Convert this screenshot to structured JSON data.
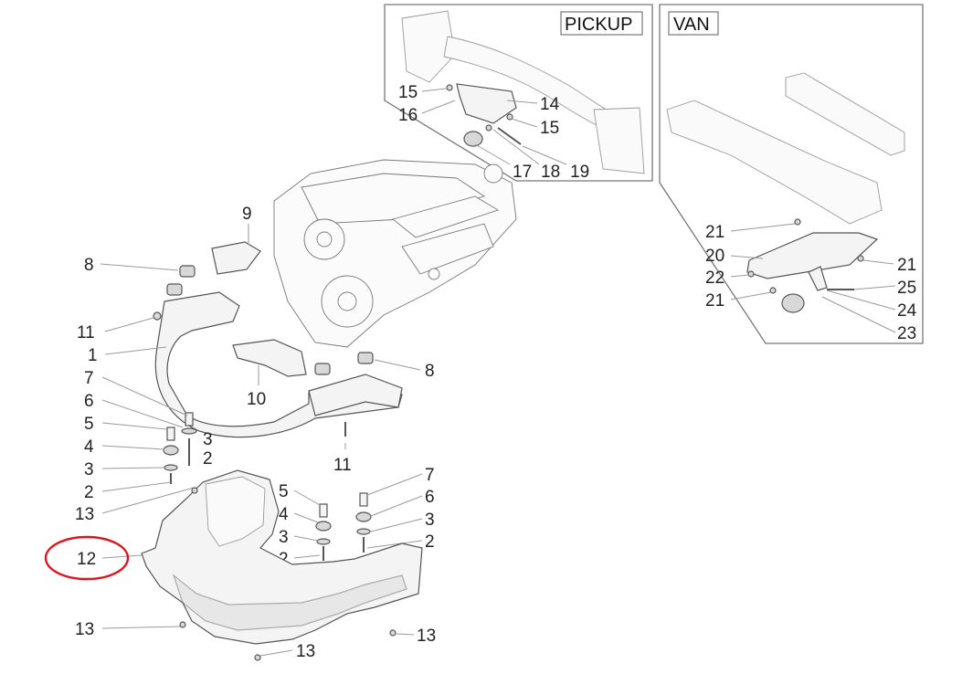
{
  "insets": {
    "pickup": {
      "title": "PICKUP"
    },
    "van": {
      "title": "VAN"
    }
  },
  "callouts": {
    "c1": "1",
    "c2a": "2",
    "c2b": "2",
    "c2c": "2",
    "c2d": "2",
    "c3a": "3",
    "c3b": "3",
    "c3c": "3",
    "c3d": "3",
    "c4a": "4",
    "c4b": "4",
    "c5a": "5",
    "c5b": "5",
    "c6a": "6",
    "c6b": "6",
    "c7a": "7",
    "c7b": "7",
    "c8a": "8",
    "c8b": "8",
    "c9": "9",
    "c10": "10",
    "c11a": "11",
    "c11b": "11",
    "c12": "12",
    "c13a": "13",
    "c13b": "13",
    "c13c": "13",
    "c13d": "13",
    "c14": "14",
    "c15a": "15",
    "c15b": "15",
    "c16": "16",
    "c17": "17",
    "c18": "18",
    "c19": "19",
    "c20": "20",
    "c21a": "21",
    "c21b": "21",
    "c21c": "21",
    "c22": "22",
    "c23": "23",
    "c24": "24",
    "c25": "25"
  },
  "highlight": {
    "color": "#e0141e",
    "target": "12"
  }
}
